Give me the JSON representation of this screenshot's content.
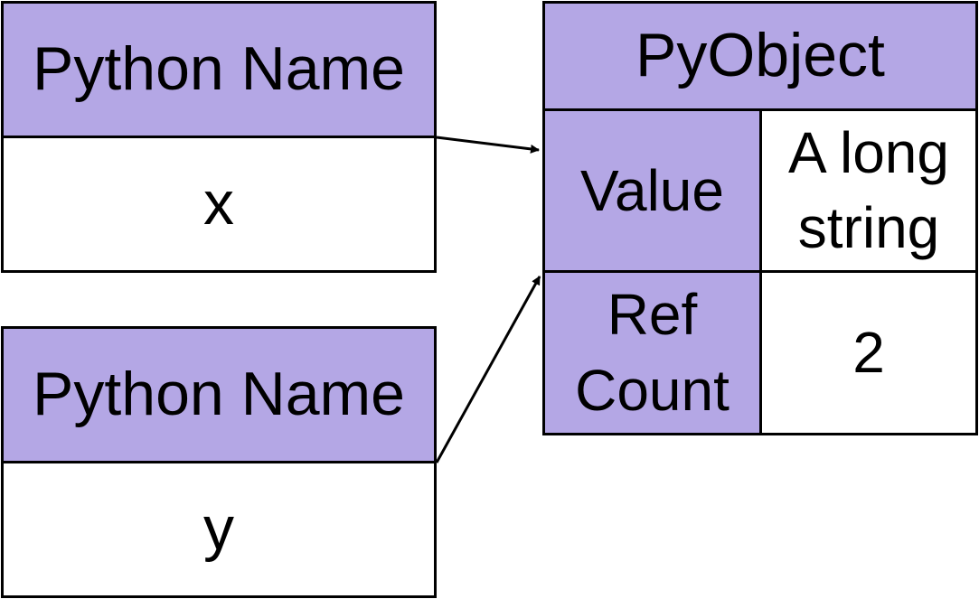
{
  "names": [
    {
      "header": "Python Name",
      "value": "x"
    },
    {
      "header": "Python Name",
      "value": "y"
    }
  ],
  "pyobject": {
    "title": "PyObject",
    "value_label": "Value",
    "value": "A long string",
    "refcount_label_line1": "Ref",
    "refcount_label_line2": "Count",
    "refcount": "2"
  },
  "colors": {
    "header_fill": "#b4a7e5",
    "cell_fill": "#ffffff",
    "stroke": "#000000"
  }
}
